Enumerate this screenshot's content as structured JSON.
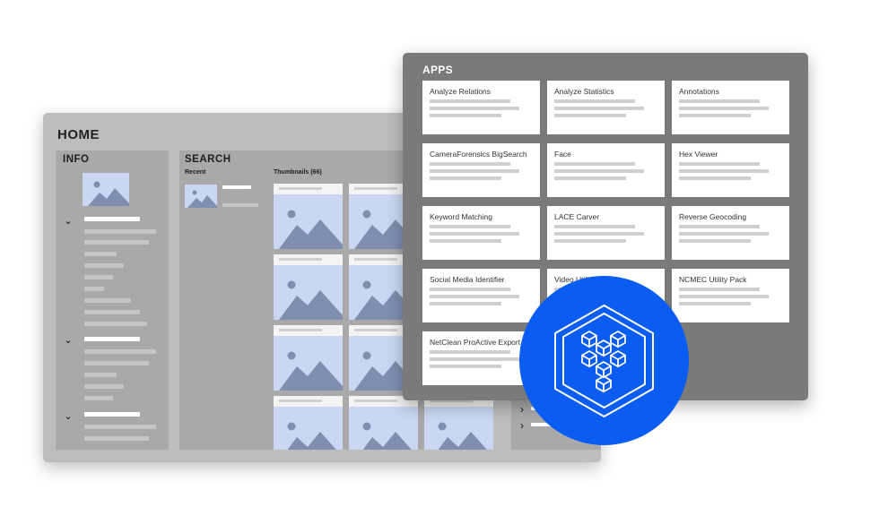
{
  "home": {
    "title": "HOME",
    "info": {
      "title": "INFO"
    },
    "search": {
      "title": "SEARCH",
      "recent_label": "Recent",
      "thumbnails_label": "Thumbnails (66)"
    }
  },
  "apps": {
    "title": "APPS",
    "items": [
      "Analyze Relations",
      "Analyze Statistics",
      "Annotations",
      "CameraForensics BigSearch",
      "Face",
      "Hex Viewer",
      "Keyword Matching",
      "LACE Carver",
      "Reverse Geocoding",
      "Social Media Identifier",
      "Video Utili",
      "NCMEC Utility Pack",
      "NetClean ProActive Export"
    ]
  },
  "icons": {
    "chevron_down": "chevron-down-icon",
    "chevron_right": "chevron-right-icon",
    "image_placeholder": "image-placeholder-icon",
    "logo": "hexagon-cubes-logo"
  },
  "colors": {
    "brand_blue": "#0b5cf0",
    "thumbnail_blue": "#c9d7f2",
    "home_bg": "#bdbdbd",
    "apps_bg": "#7a7a7a"
  }
}
